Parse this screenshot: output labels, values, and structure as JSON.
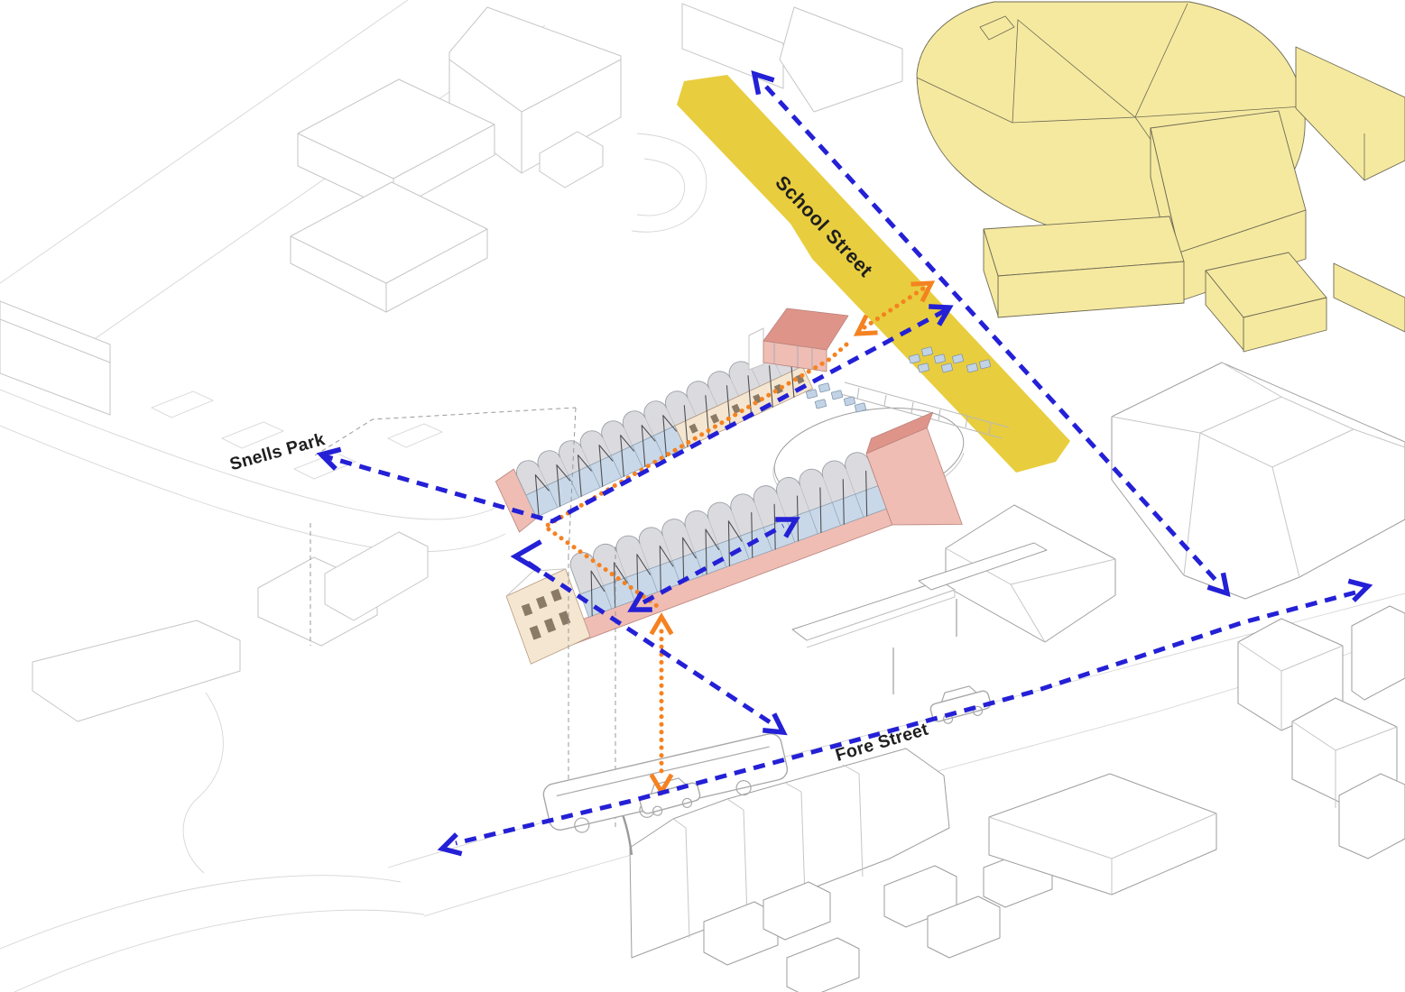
{
  "labels": {
    "school_street": "School Street",
    "snells_park": "Snells Park",
    "fore_street": "Fore Street"
  },
  "routes": {
    "blue_route_meaning": "blue-dashed-movement-route",
    "orange_route_meaning": "orange-dotted-pedestrian-link"
  },
  "colors": {
    "street_band_yellow": "#E8CD3E",
    "school_building_fill": "#F5E9A0",
    "school_building_stroke": "#6E6A52",
    "context_outline": "#C6C6C6",
    "context_outline_dark": "#9E9E9E",
    "roof_grey": "#DBDBDF",
    "roof_stroke": "#9AA0A8",
    "glass_blue": "#C9D8E8",
    "glass_stroke": "#8FA3B5",
    "cream_wall": "#F4E6D0",
    "pink_wall": "#EFBDB4",
    "pink_roof": "#DF948A",
    "pink_stroke": "#B8837B",
    "route_blue": "#2420D6",
    "route_orange": "#F58220",
    "label_ink": "#1F1F1F",
    "furniture_blue": "#C2D3E5",
    "furniture_stroke": "#8096AD",
    "boundary_dash": "#9A9A9A",
    "strut_dark": "#4F4F52"
  }
}
